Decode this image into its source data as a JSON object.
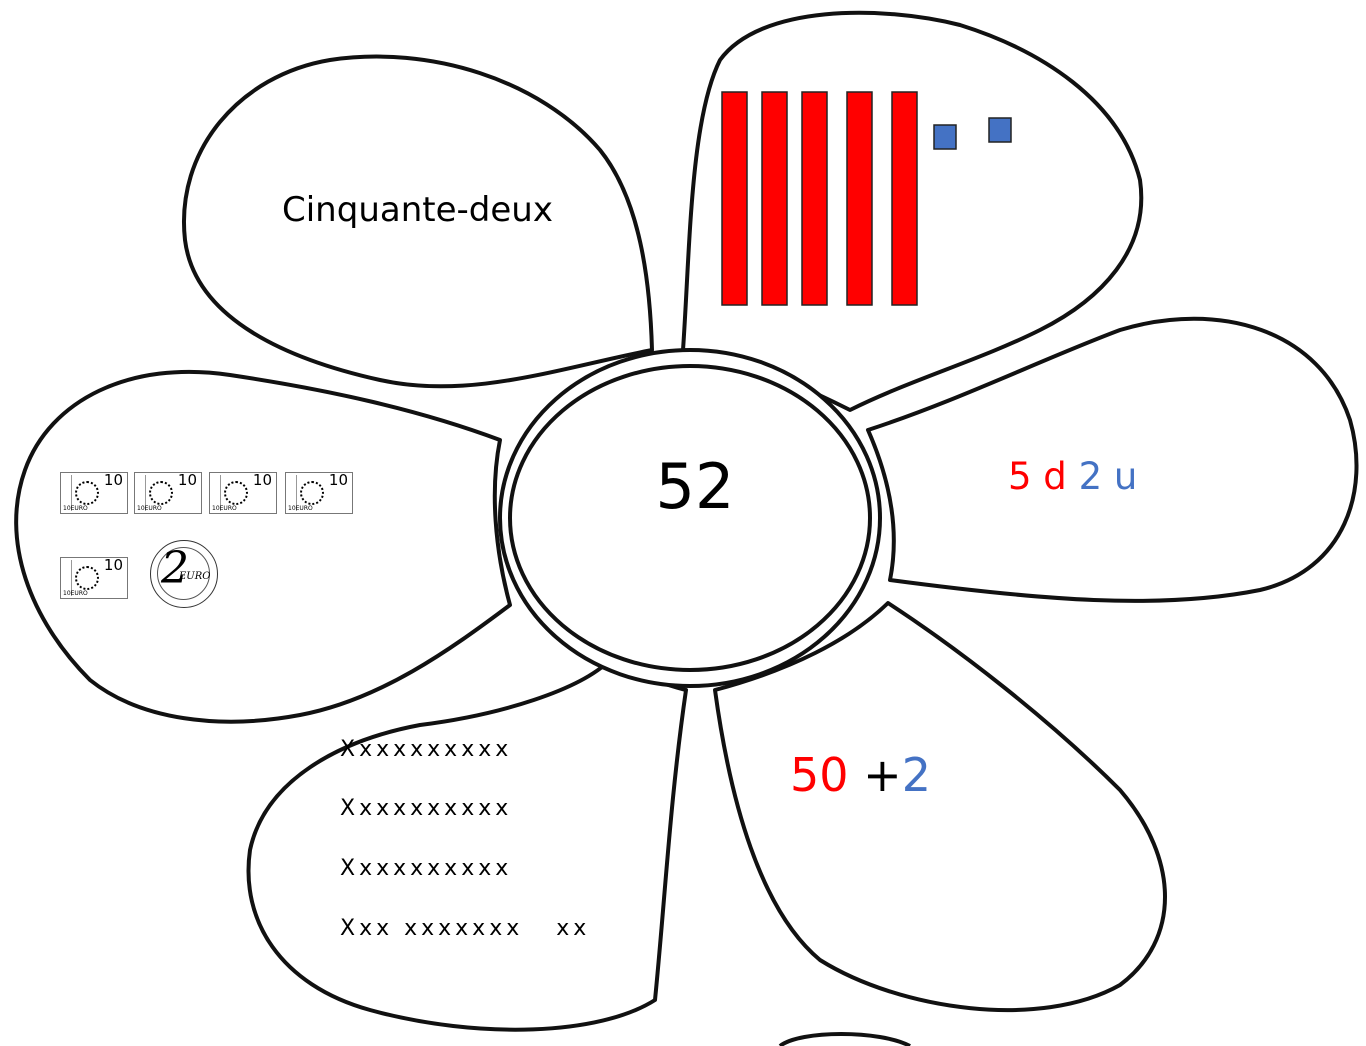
{
  "center_number": "52",
  "petals": {
    "word": "Cinquante-deux",
    "blocks": {
      "tens": 5,
      "units": 2,
      "tens_color": "#ff0000",
      "units_color": "#4472c4"
    },
    "decomposition": {
      "tens": "5 d",
      "units": "2 u"
    },
    "money": {
      "notes": [
        {
          "value": "10",
          "label": "10EURO"
        },
        {
          "value": "10",
          "label": "10EURO"
        },
        {
          "value": "10",
          "label": "10EURO"
        },
        {
          "value": "10",
          "label": "10EURO"
        },
        {
          "value": "10",
          "label": "10EURO"
        }
      ],
      "coin": {
        "value": "2",
        "label": "EURO"
      }
    },
    "crosses": {
      "rows": [
        "Xxxxxxxxxx",
        "Xxxxxxxxxx",
        "Xxxxxxxxxx",
        "Xxx xxxxxxx   xx"
      ]
    },
    "sum": {
      "tens": "50",
      "operator": "+",
      "units": "2"
    }
  },
  "colors": {
    "tens": "#ff0000",
    "units": "#4472c4"
  }
}
